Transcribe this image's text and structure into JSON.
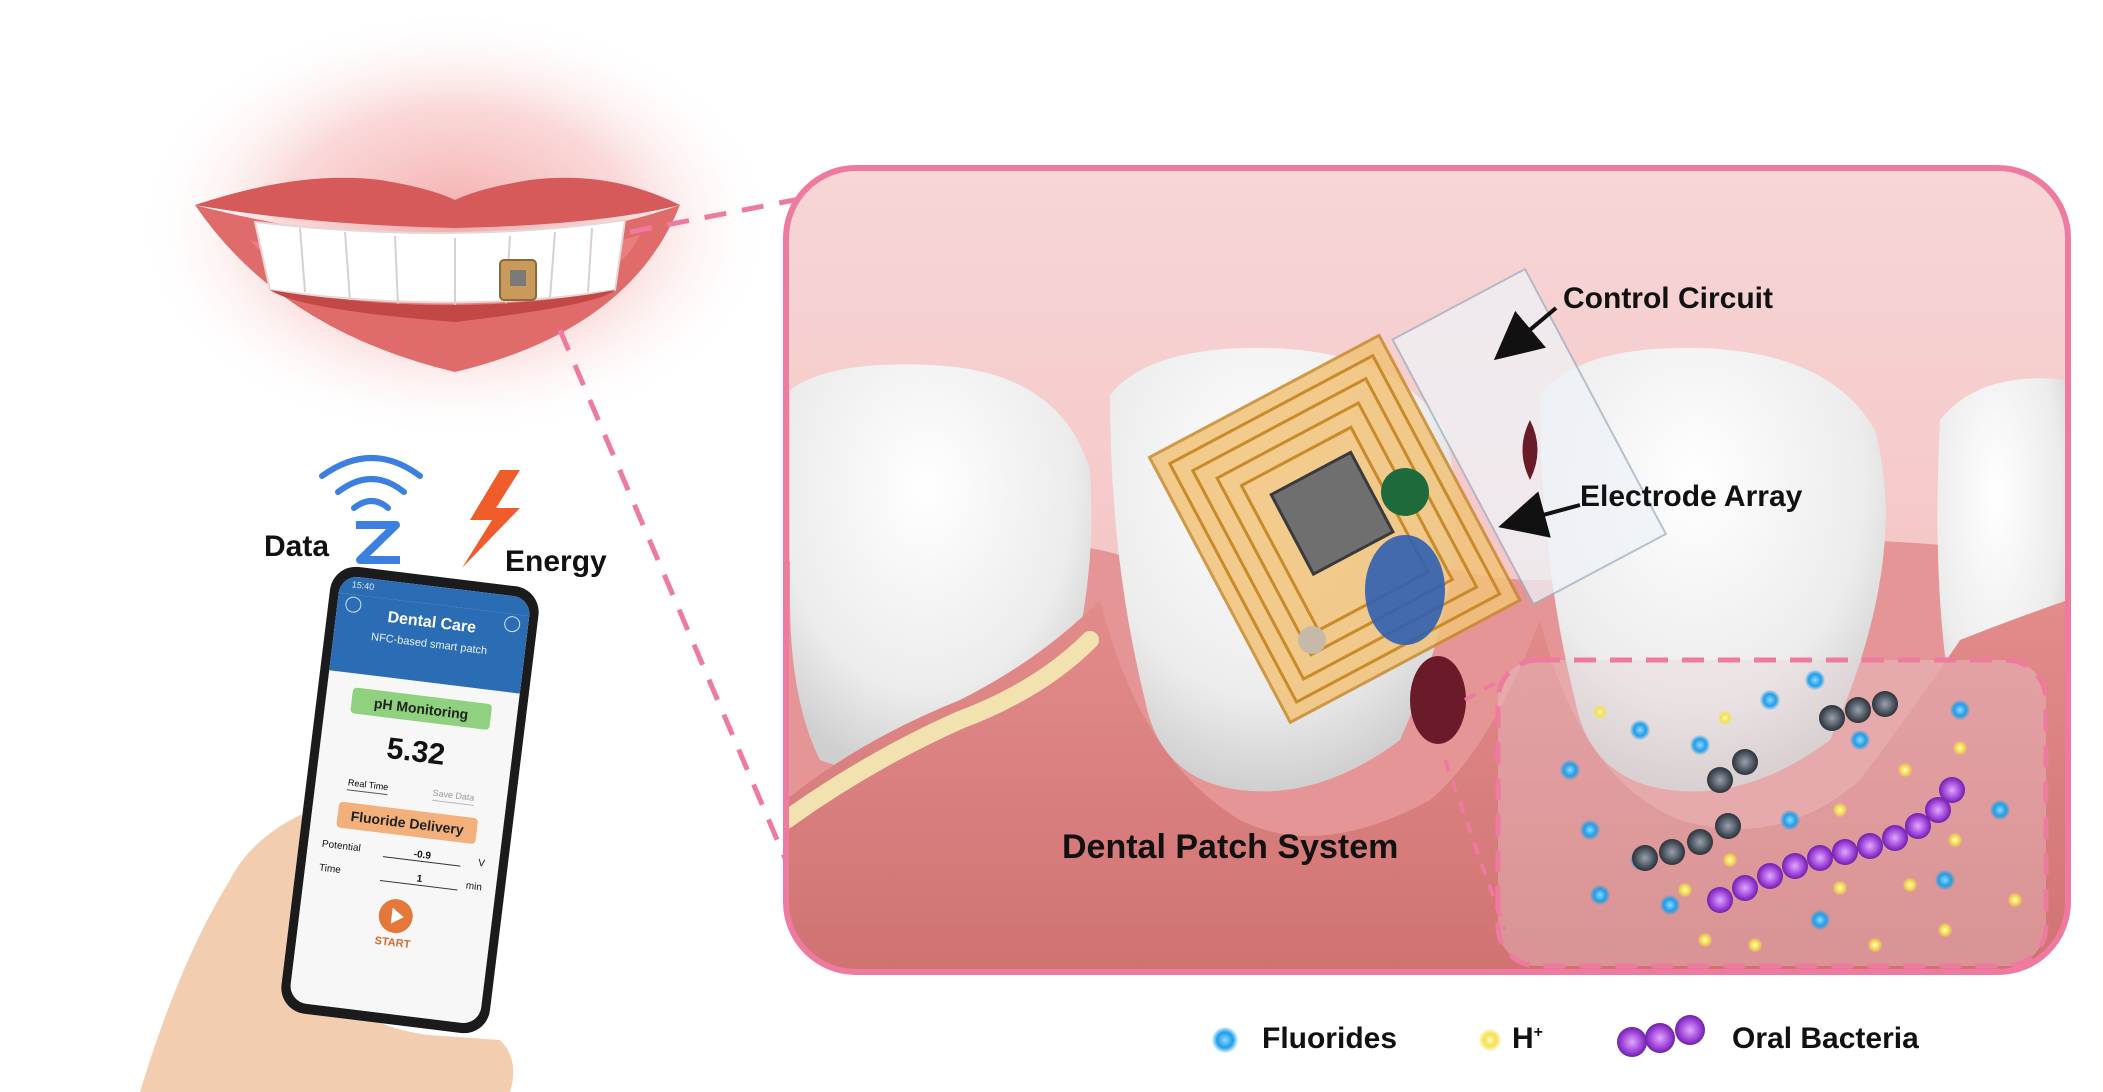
{
  "labels": {
    "control_circuit": "Control Circuit",
    "electrode_array": "Electrode Array",
    "dental_patch_system": "Dental Patch System",
    "data": "Data",
    "energy": "Energy"
  },
  "phone_app": {
    "status_time": "15:40",
    "title": "Dental Care",
    "subtitle": "NFC-based smart patch",
    "ph_section": "pH Monitoring",
    "ph_value": "5.32",
    "tab_realtime": "Real Time",
    "tab_save": "Save Data",
    "fluoride_section": "Fluoride Delivery",
    "potential_label": "Potential",
    "potential_value": "-0.9",
    "potential_unit": "V",
    "time_label": "Time",
    "time_value": "1",
    "time_unit": "min",
    "start_label": "START"
  },
  "legend": {
    "fluorides": "Fluorides",
    "h_plus": "H",
    "h_plus_sup": "+",
    "oral_bacteria": "Oral Bacteria"
  },
  "colors": {
    "frame_pink": "#ef7aa0",
    "gum": "#d97a7a",
    "fluoride_blue": "#1e9ee8",
    "proton_yellow": "#f5e04a",
    "bacteria_purple": "#9b3fd6",
    "phone_header_blue": "#2a6db5",
    "ph_green": "#8fd17f",
    "fluoride_orange": "#f4b07b",
    "start_orange": "#e4783a"
  }
}
